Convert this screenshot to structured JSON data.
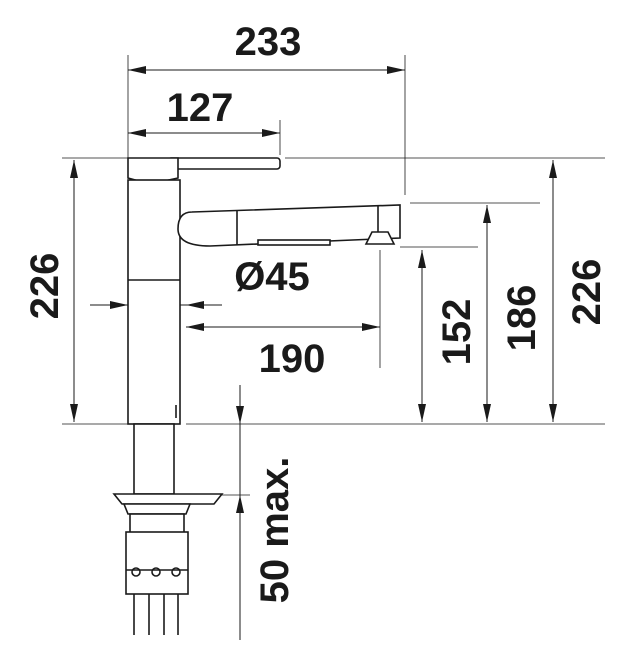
{
  "dimensions": {
    "total_reach": "233",
    "lever_reach": "127",
    "body_diameter": "Ø45",
    "spout_reach": "190",
    "height_left": "226",
    "height_outlet": "152",
    "height_spout_top": "186",
    "height_right": "226",
    "mounting_depth": "50 max."
  },
  "colors": {
    "line": "#1a1a1a",
    "background": "#ffffff"
  }
}
